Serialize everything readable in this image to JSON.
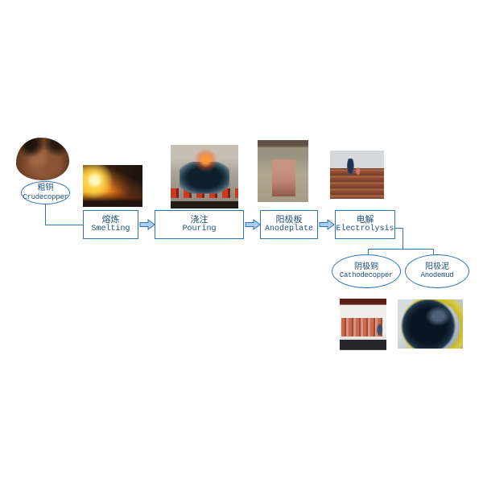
{
  "colors": {
    "accent": "#2e74b5",
    "text": "#1f4e79",
    "arrow-fill": "#a9cff0",
    "arrow-stroke": "#2e75b6"
  },
  "nodes": {
    "crude": {
      "zh": "粗铜",
      "en": "Crudecopper"
    },
    "smelting": {
      "zh": "熔炼",
      "en": "Smelting"
    },
    "pouring": {
      "zh": "浇注",
      "en": "Pouring"
    },
    "anodeplate": {
      "zh": "阳极板",
      "en": "Anodeplate"
    },
    "electrolysis": {
      "zh": "电解",
      "en": "Electrolysis"
    },
    "cathode": {
      "zh": "阴极铜",
      "en": "Cathodecopper"
    },
    "anodemud": {
      "zh": "阳极泥",
      "en": "Anodemud"
    }
  },
  "images": {
    "crude": "pile of crude copper scrap",
    "smelting": "smelting furnace pouring with bright flames",
    "pouring": "casting wheel with molten copper molds",
    "anodeplate": "copper anode plate on gravel",
    "electrolysis": "electrolysis tank house with worker",
    "cathode": "cathode copper sheets being hoisted",
    "anodemud": "round vat of dark anode mud with yellow rim"
  }
}
